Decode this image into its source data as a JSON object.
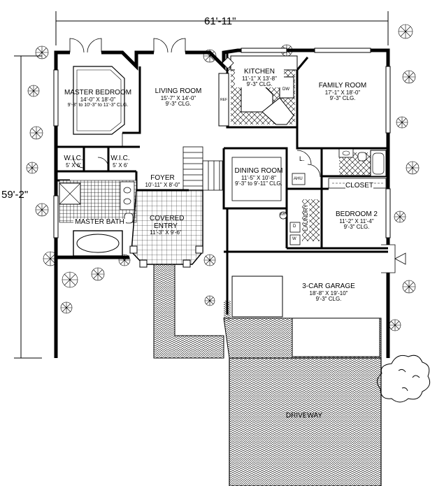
{
  "dimensions": {
    "width": "61'-11\"",
    "depth": "59'-2\""
  },
  "rooms": {
    "master_bedroom": {
      "name": "MASTER BEDROOM",
      "size": "14'-0\" X 18'-0\"",
      "ceiling": "9'-3\" to 10'-3\" to 11'-3\" CLG."
    },
    "living_room": {
      "name": "LIVING ROOM",
      "size": "15'-7\" X 14'-0\"",
      "ceiling": "9'-3\" CLG."
    },
    "kitchen": {
      "name": "KITCHEN",
      "size": "11'-1\" X 13'-8\"",
      "ceiling": "9'-3\" CLG."
    },
    "family_room": {
      "name": "FAMILY ROOM",
      "size": "17'-1\" X 18'-0\"",
      "ceiling": "9'-3\" CLG."
    },
    "wic_left": {
      "name": "W.I.C.",
      "size": "5' X 6'"
    },
    "wic_right": {
      "name": "W.I.C.",
      "size": "5' X 6'"
    },
    "foyer": {
      "name": "FOYER",
      "size": "10'-11\" X 8'-0\""
    },
    "dining_room": {
      "name": "DINING ROOM",
      "size": "11'-5\" X 10'-8\"",
      "ceiling": "9'-3\" to 9'-11\" CLG."
    },
    "master_bath": {
      "name": "MASTER BATH"
    },
    "covered_entry": {
      "name": "COVERED ENTRY",
      "size": "11'-3\" X 9'-6\""
    },
    "bedroom_2": {
      "name": "BEDROOM 2",
      "size": "11'-2\" X 11'-4\"",
      "ceiling": "9'-3\" CLG."
    },
    "closet": {
      "name": "CLOSET"
    },
    "laundry": {
      "name": "LAUNDRY"
    },
    "garage": {
      "name": "3-CAR GARAGE",
      "size": "18'-8\" X 19'-10\"",
      "ceiling": "9'-3\" CLG."
    },
    "driveway": {
      "name": "DRIVEWAY"
    }
  },
  "fixtures": {
    "linen": "L.",
    "ahu": "AHU",
    "dw": "DW",
    "ref": "REF",
    "wh": "WH",
    "d": "D",
    "w": "W"
  },
  "colors": {
    "line": "#000000",
    "background": "#ffffff"
  }
}
